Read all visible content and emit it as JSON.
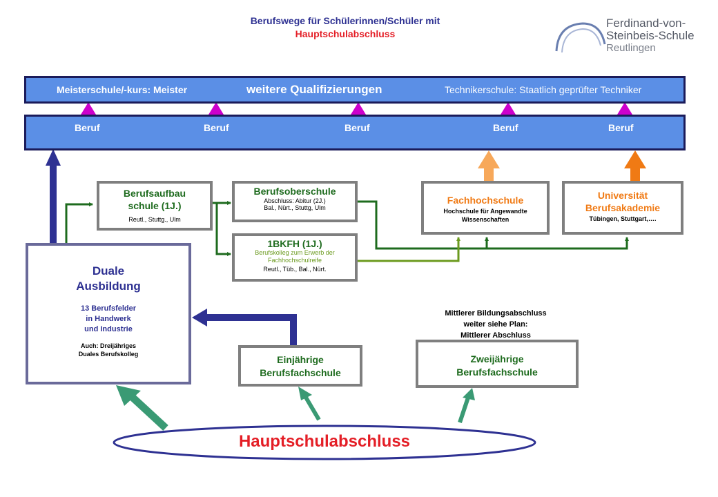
{
  "title": {
    "line1": "Berufswege für Schülerinnen/Schüler mit",
    "line2": "Hauptschulabschluss"
  },
  "logo": {
    "line1": "Ferdinand-von-",
    "line2": "Steinbeis-Schule",
    "line3": "Reutlingen"
  },
  "top_bar": {
    "left": "Meisterschule/-kurs: Meister",
    "center": "weitere Qualifizierungen",
    "right": "Technikerschule:  Staatlich geprüfter Techniker"
  },
  "beruf_bar": {
    "labels": [
      "Beruf",
      "Beruf",
      "Beruf",
      "Beruf",
      "Beruf"
    ]
  },
  "berufsaufbau": {
    "title_line1": "Berufsaufbau",
    "title_line2": "schule (1J.)",
    "locations": "Reutl., Stuttg., Ulm"
  },
  "berufsoberschule": {
    "title": "Berufsoberschule",
    "detail": "Abschluss: Abitur (2J.)",
    "locations": "Bal., Nürt., Stuttg, Ulm"
  },
  "bkfh": {
    "title": "1BKFH (1J.)",
    "detail_line1": "Berufskolleg zum Erwerb der",
    "detail_line2": "Fachhochschulreife",
    "locations": "Reutl., Tüb., Bal., Nürt."
  },
  "fachhochschule": {
    "title": "Fachhochschule",
    "detail_line1": "Hochschule für Angewandte",
    "detail_line2": "Wissenschaften"
  },
  "universitaet": {
    "title_line1": "Universität",
    "title_line2": "Berufsakademie",
    "detail": "Tübingen, Stuttgart,…."
  },
  "duale": {
    "title_line1": "Duale",
    "title_line2": "Ausbildung",
    "detail_line1": "13 Berufsfelder",
    "detail_line2": "in Handwerk",
    "detail_line3": "und Industrie",
    "note_line1": "Auch: Dreijähriges",
    "note_line2": "Duales Berufskolleg"
  },
  "einjaehrige": {
    "title_line1": "Einjährige",
    "title_line2": "Berufsfachschule"
  },
  "mittlerer_note": {
    "line1": "Mittlerer Bildungsabschluss",
    "line2": "weiter siehe Plan:",
    "line3": "Mittlerer Abschluss"
  },
  "zweijaehrige": {
    "title_line1": "Zweijährige",
    "title_line2": "Berufsfachschule"
  },
  "hauptschulabschluss": "Hauptschulabschluss",
  "colors": {
    "navy": "#2e3192",
    "red": "#e41e26",
    "bar_blue": "#5b8fe6",
    "magenta": "#cc00cc",
    "green": "#1e6b1e",
    "olive_green": "#6b9a1e",
    "orange": "#f07a14",
    "light_orange": "#f7a85a",
    "teal_arrow": "#3a9a74",
    "gray_border": "#7f7f7f"
  }
}
